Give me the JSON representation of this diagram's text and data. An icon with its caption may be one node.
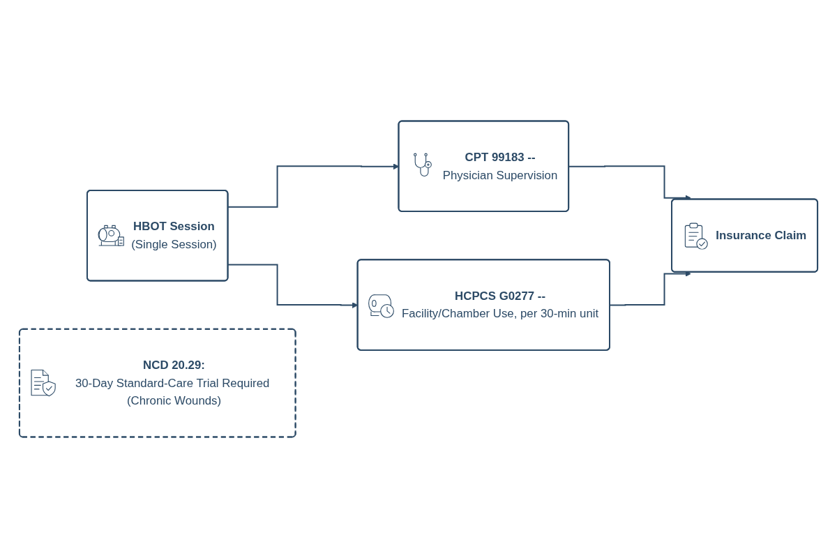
{
  "diagram": {
    "nodes": [
      {
        "text": [
          "HBOT Session",
          "(Single Session)"
        ]
      },
      {
        "text": [
          "CPT 99183 --",
          "Physician Supervision"
        ]
      },
      {
        "text": [
          "HCPCS G0277 --",
          "Facility/Chamber Use, per 30-min unit"
        ]
      },
      {
        "text": [
          "Insurance Claim"
        ]
      },
      {
        "text": [
          "NCD 20.29:",
          "30-Day Standard-Care Trial Required (Chronic Wounds)"
        ]
      }
    ],
    "edges": [
      {
        "from": 0,
        "to": 1,
        "arrow": "to"
      },
      {
        "from": 0,
        "to": 2,
        "arrow": "to"
      },
      {
        "from": 1,
        "to": 3,
        "arrow": "to"
      },
      {
        "from": 2,
        "to": 3,
        "arrow": "to"
      }
    ]
  }
}
